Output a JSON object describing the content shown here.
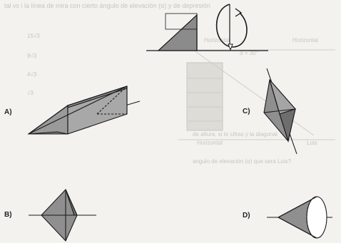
{
  "header": {
    "question_fragment": "tal vs i la línea de mira con cierto ángulo de elevación (α) y de depresión"
  },
  "bleed_text": {
    "horizontal_top": "Horizontal",
    "horizontal_right": "Horizontal",
    "alpha_label": "α = 30°",
    "angle_elevation": "angulo de elevación (α) que sera Luis?",
    "middle_line": "de altura, si te  cifras y  la diagonal",
    "horizontal_bottom": "Horizontal",
    "luis": "Luis",
    "numbers": [
      "15√3",
      "9√3",
      "4√3",
      "√3"
    ]
  },
  "options": [
    {
      "letter": "A)",
      "shape": "prism-with-pyramid-cone"
    },
    {
      "letter": "B)",
      "shape": "double-pyramid"
    },
    {
      "letter": "C)",
      "shape": "tilted-double-pyramid"
    },
    {
      "letter": "D)",
      "shape": "cone"
    }
  ],
  "colors": {
    "fill": "#8b8b8b",
    "stroke": "#1a1a1a",
    "faint": "#c9c7c2"
  }
}
